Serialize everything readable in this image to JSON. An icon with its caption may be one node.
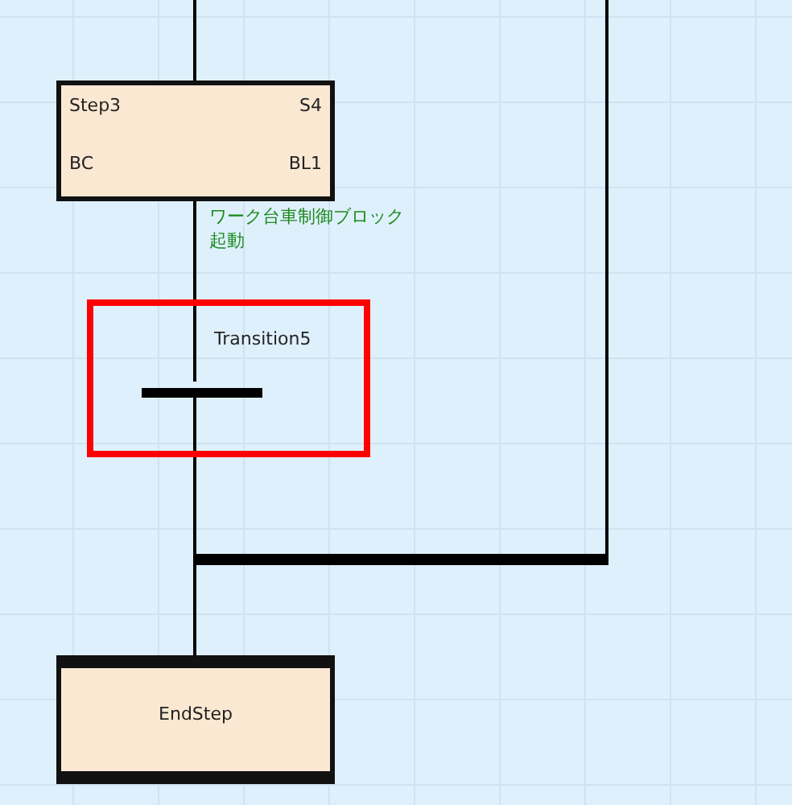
{
  "diagram": {
    "nodes": [
      {
        "text": [
          "Step3",
          "S4",
          "BC",
          "BL1"
        ],
        "beside": [
          "ワーク台車制御ブロック起動"
        ]
      },
      {
        "text": [
          "Transition5"
        ]
      },
      {
        "text": [],
        "shape": "bar",
        "in": 1
      },
      {
        "text": [],
        "shape": "bar"
      },
      {
        "text": [
          "EndStep"
        ]
      }
    ],
    "edges": [
      {
        "from": null,
        "to": 0,
        "arrow": "none"
      },
      {
        "from": 0,
        "to": 2,
        "arrow": "none"
      },
      {
        "from": 2,
        "to": 3,
        "arrow": "none"
      },
      {
        "from": null,
        "to": 3,
        "arrow": "none"
      },
      {
        "from": 3,
        "to": 4,
        "arrow": "none"
      }
    ]
  }
}
